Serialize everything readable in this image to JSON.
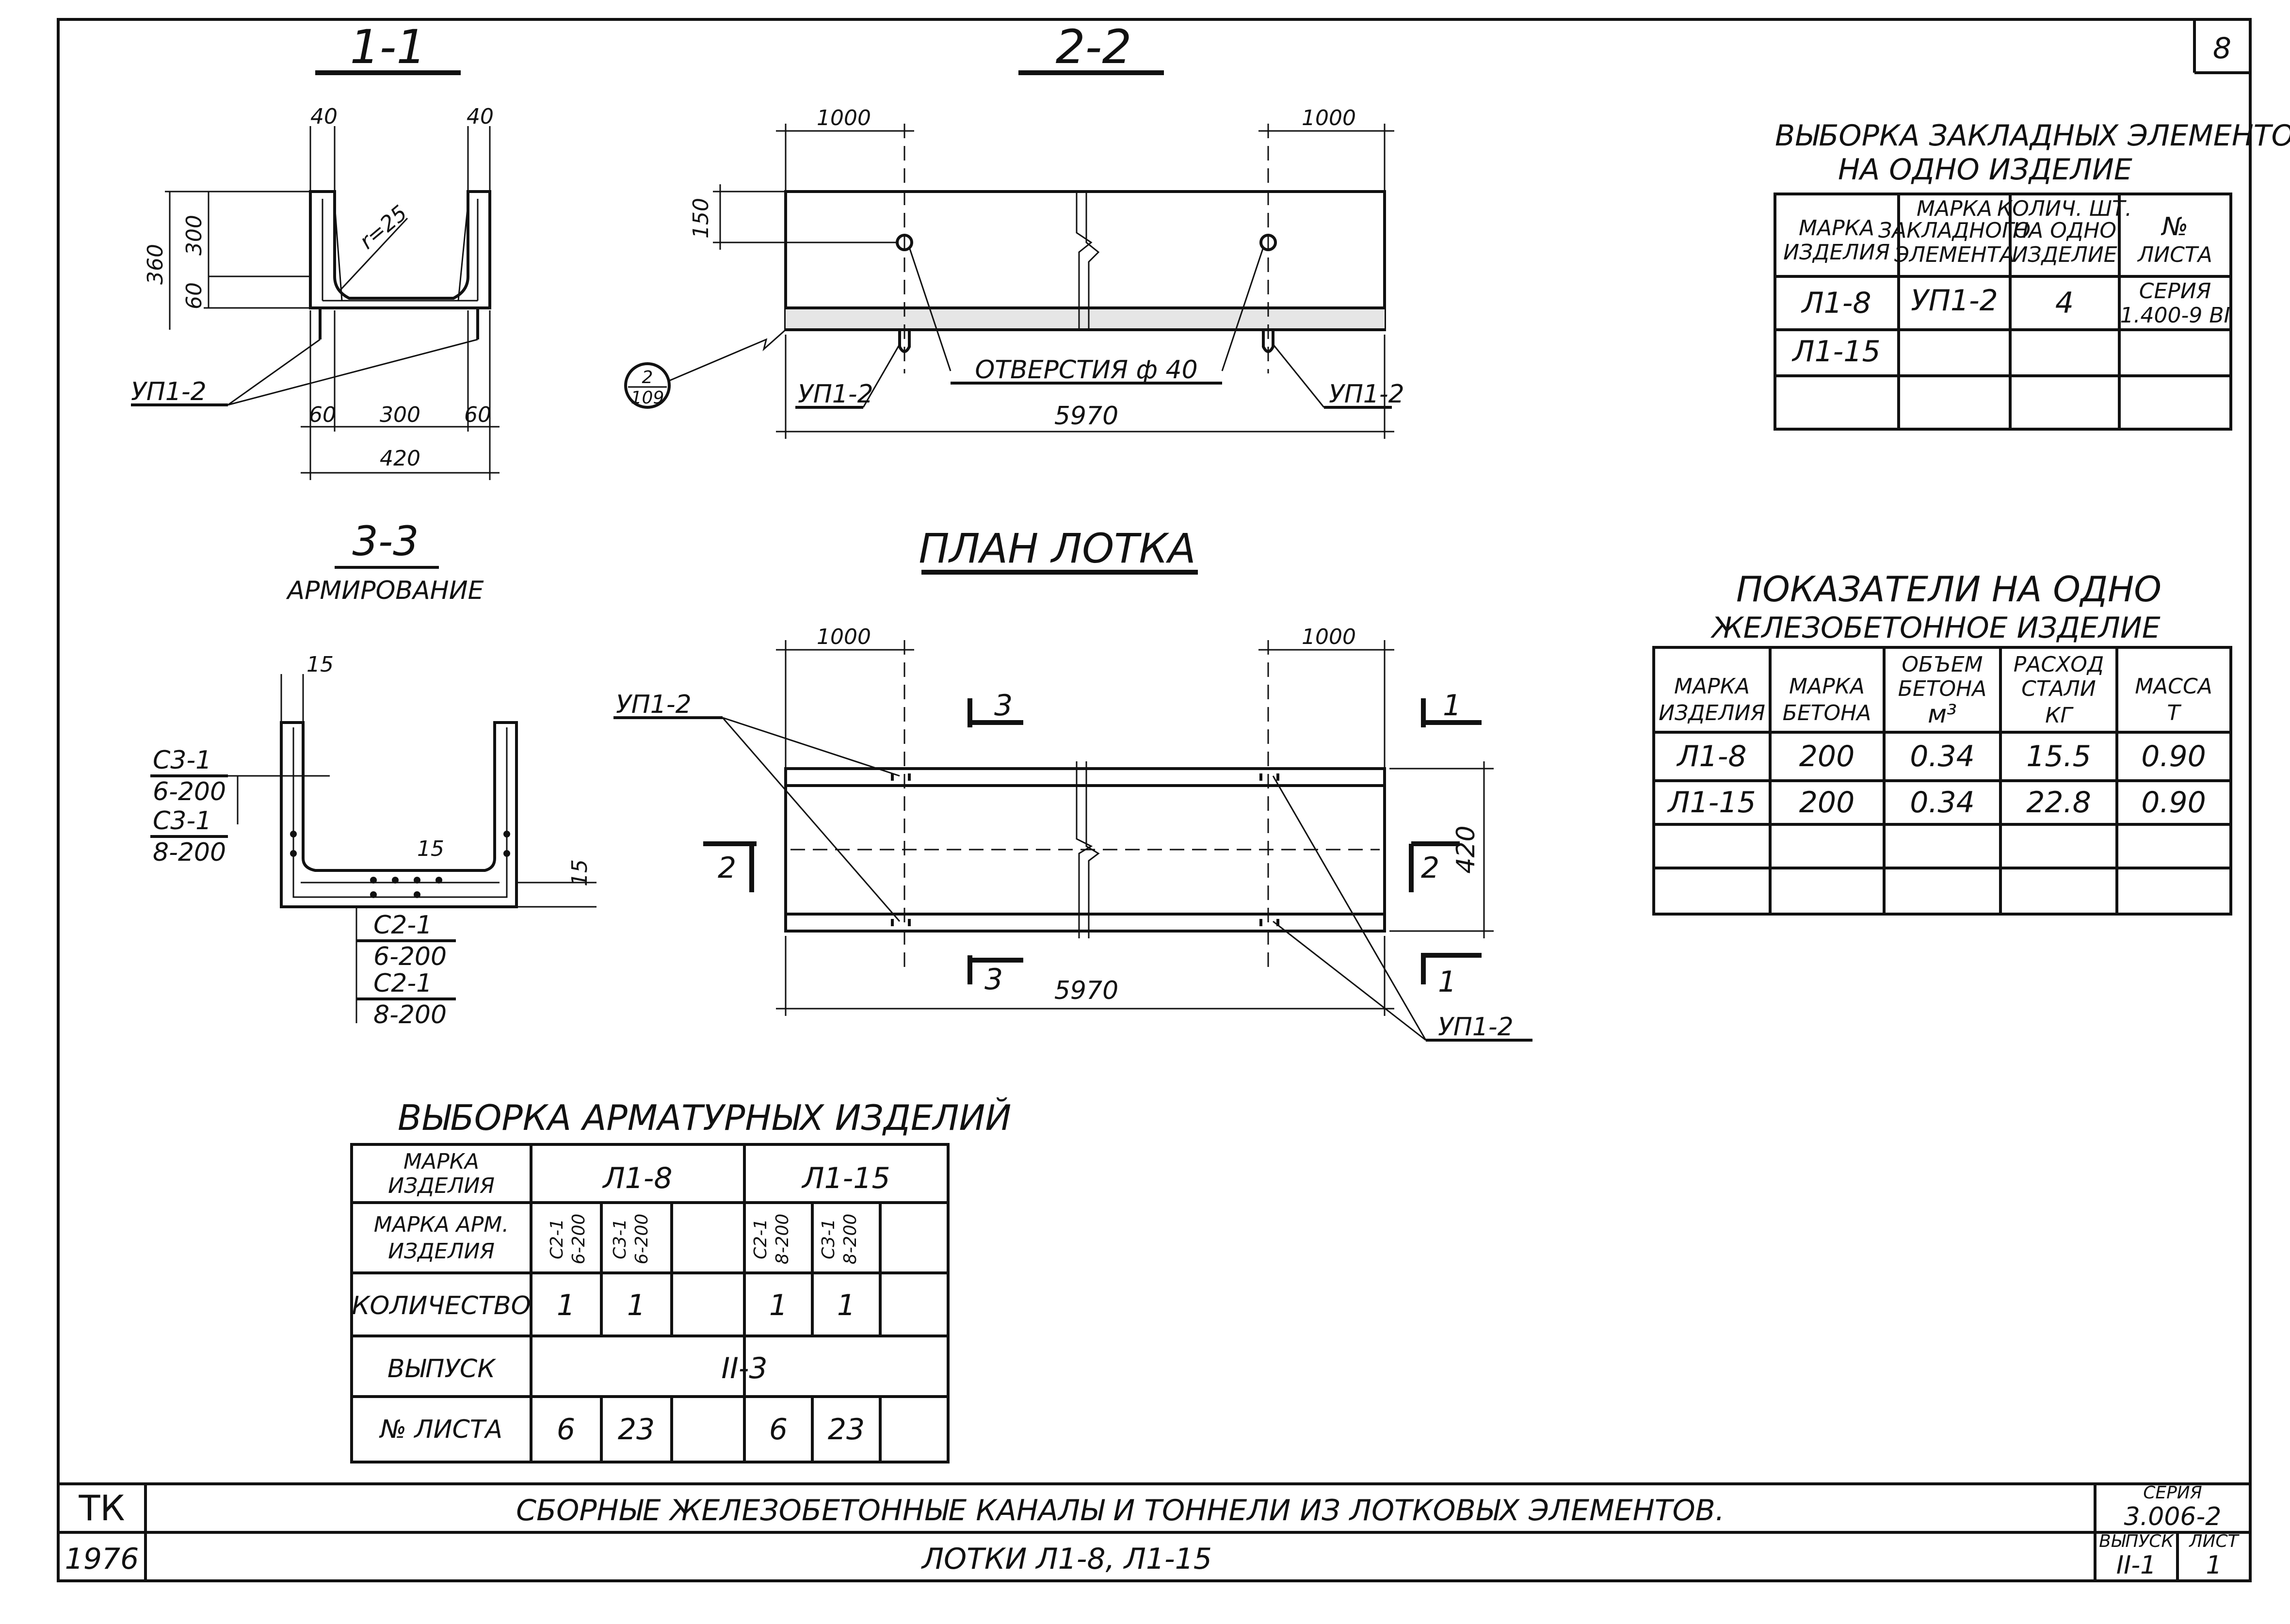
{
  "sheet_number": "8",
  "sections": {
    "s11": {
      "title": "1-1",
      "dims": {
        "top_left": "40",
        "top_right": "40",
        "height_total": "360",
        "height_inner": "300",
        "height_bottom": "60",
        "radius": "r=25",
        "bottom_left": "60",
        "bottom_mid": "300",
        "bottom_right": "60",
        "width_total": "420"
      },
      "embed": "УП1-2"
    },
    "s22": {
      "title": "2-2",
      "dims": {
        "left": "1000",
        "right": "1000",
        "height": "150",
        "length": "5970"
      },
      "holes": "ОТВЕРСТИЯ ф 40",
      "embed_left": "УП1-2",
      "embed_right": "УП1-2",
      "callout_top": "2",
      "callout_bottom": "109"
    },
    "s33": {
      "title": "3-3",
      "subtitle": "АРМИРОВАНИЕ",
      "dims": {
        "top": "15",
        "mid": "15",
        "right": "15"
      },
      "labels": {
        "c31a_top": "С3-1",
        "c31a_bot": "6-200",
        "c31b_top": "С3-1",
        "c31b_bot": "8-200",
        "c21a_top": "С2-1",
        "c21a_bot": "6-200",
        "c21b_top": "С2-1",
        "c21b_bot": "8-200"
      }
    },
    "plan": {
      "title": "ПЛАН ЛОТКА",
      "dims": {
        "left": "1000",
        "right": "1000",
        "width": "420",
        "length": "5970"
      },
      "cut3_top": "3",
      "cut3_bot": "3",
      "cut1_top": "1",
      "cut1_bot": "1",
      "cut2_left": "2",
      "cut2_right": "2",
      "embed_top": "УП1-2",
      "embed_bottom": "УП1-2"
    }
  },
  "embedded_table": {
    "title_line1": "ВЫБОРКА ЗАКЛАДНЫХ ЭЛЕМЕНТОВ",
    "title_line2": "НА ОДНО ИЗДЕЛИЕ",
    "headers": [
      [
        "МАРКА",
        "ИЗДЕЛИЯ"
      ],
      [
        "МАРКА",
        "ЗАКЛАДНОГО",
        "ЭЛЕМЕНТА"
      ],
      [
        "КОЛИЧ. ШТ.",
        "НА ОДНО",
        "ИЗДЕЛИЕ"
      ],
      [
        "№",
        "ЛИСТА"
      ]
    ],
    "rows": [
      [
        "Л1-8",
        "УП1-2",
        "4",
        "СЕРИЯ",
        "1.400-9 ВI"
      ],
      [
        "Л1-15",
        "",
        "",
        "",
        ""
      ],
      [
        "",
        "",
        "",
        "",
        ""
      ]
    ]
  },
  "indicators_table": {
    "title_line1": "ПОКАЗАТЕЛИ НА ОДНО",
    "title_line2": "ЖЕЛЕЗОБЕТОННОЕ ИЗДЕЛИЕ",
    "headers": [
      [
        "МАРКА",
        "ИЗДЕЛИЯ"
      ],
      [
        "МАРКА",
        "БЕТОНА"
      ],
      [
        "ОБЪЕМ",
        "БЕТОНА",
        "м³"
      ],
      [
        "РАСХОД",
        "СТАЛИ",
        "КГ"
      ],
      [
        "МАССА",
        "Т"
      ]
    ],
    "rows": [
      [
        "Л1-8",
        "200",
        "0.34",
        "15.5",
        "0.90"
      ],
      [
        "Л1-15",
        "200",
        "0.34",
        "22.8",
        "0.90"
      ],
      [
        "",
        "",
        "",
        "",
        ""
      ],
      [
        "",
        "",
        "",
        "",
        ""
      ]
    ]
  },
  "rebar_table": {
    "title": "ВЫБОРКА АРМАТУРНЫХ ИЗДЕЛИЙ",
    "row_labels": [
      [
        "МАРКА",
        "ИЗДЕЛИЯ"
      ],
      [
        "МАРКА АРМ.",
        "ИЗДЕЛИЯ"
      ],
      [
        "КОЛИЧЕСТВО"
      ],
      [
        "ВЫПУСК"
      ],
      [
        "№ ЛИСТА"
      ]
    ],
    "products": [
      "Л1-8",
      "Л1-15"
    ],
    "arm_marks": [
      [
        "С2-1",
        "6-200"
      ],
      [
        "С3-1",
        "6-200"
      ],
      [
        "",
        ""
      ],
      [
        "С2-1",
        "8-200"
      ],
      [
        "С3-1",
        "8-200"
      ],
      [
        "",
        ""
      ]
    ],
    "quantities": [
      "1",
      "1",
      "",
      "1",
      "1",
      ""
    ],
    "release": "II-3",
    "sheets": [
      "6",
      "23",
      "",
      "6",
      "23",
      ""
    ]
  },
  "title_block": {
    "org": "ТК",
    "year": "1976",
    "title_main": "СБОРНЫЕ ЖЕЛЕЗОБЕТОННЫЕ КАНАЛЫ И ТОННЕЛИ ИЗ ЛОТКОВЫХ ЭЛЕМЕНТОВ.",
    "title_sub": "ЛОТКИ Л1-8, Л1-15",
    "series_label": "СЕРИЯ",
    "series_value": "3.006-2",
    "issue_label": "ВЫПУСК",
    "issue_value": "II-1",
    "sheet_label": "ЛИСТ",
    "sheet_value": "1"
  }
}
